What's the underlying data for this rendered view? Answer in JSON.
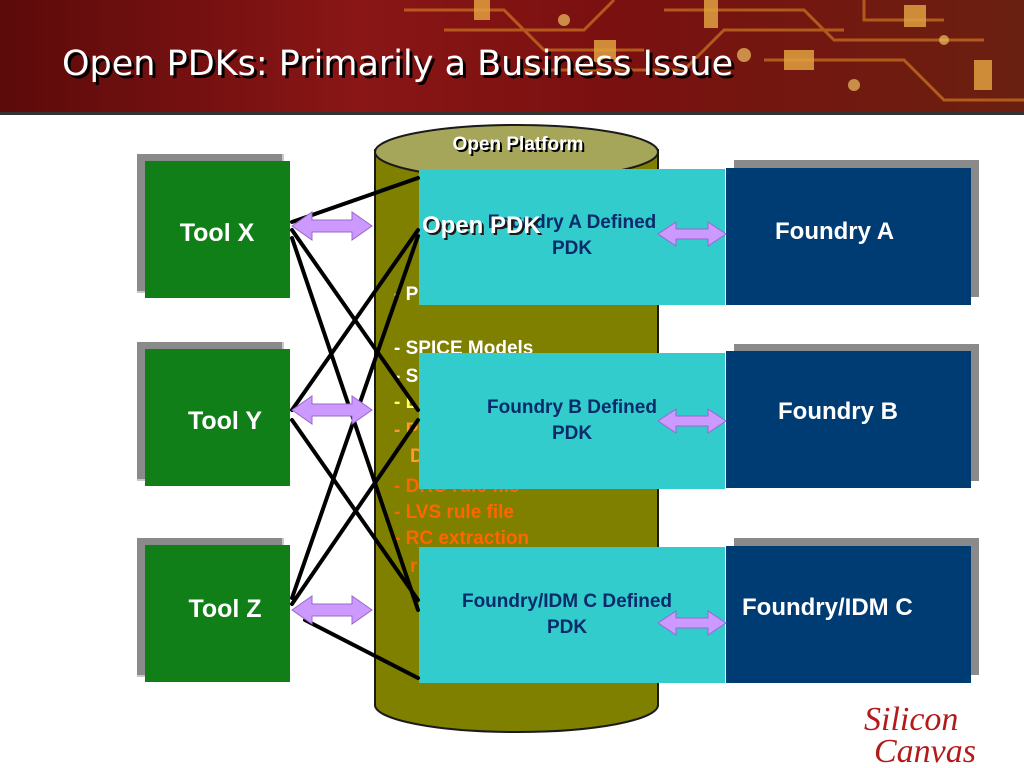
{
  "slide": {
    "title": "Open PDKs: Primarily a Business Issue"
  },
  "colors": {
    "header_red": "#8a1616",
    "tool_green": "#117f17",
    "foundry_navy": "#003c74",
    "pdk_cyan": "#33cccc",
    "cylinder_olive": "#7f7f00",
    "cylinder_top": "#a6a65a",
    "arrow_violet": "#cc99ff",
    "list_white": "#ffffff",
    "list_yellow": "#ffff66",
    "list_orange": "#ff6600"
  },
  "cylinder": {
    "label": "Open Platform",
    "open_pdk_label": "Open PDK",
    "items": [
      "- P",
      "- SPICE Models",
      "- S",
      "- L",
      "- P",
      "D",
      "- DRC rule file",
      "- LVS rule file",
      "- RC extraction",
      "r"
    ]
  },
  "tools": [
    {
      "label": "Tool X"
    },
    {
      "label": "Tool Y"
    },
    {
      "label": "Tool Z"
    }
  ],
  "pdks": [
    {
      "line1": "Foundry A Defined",
      "line2": "PDK"
    },
    {
      "line1": "Foundry B Defined",
      "line2": "PDK"
    },
    {
      "line1": "Foundry/IDM C Defined",
      "line2": "PDK"
    }
  ],
  "foundries": [
    {
      "label": "Foundry A"
    },
    {
      "label": "Foundry B"
    },
    {
      "label": "Foundry/IDM C"
    }
  ],
  "logo": {
    "line1": "Silicon",
    "line2": "Canvas"
  }
}
